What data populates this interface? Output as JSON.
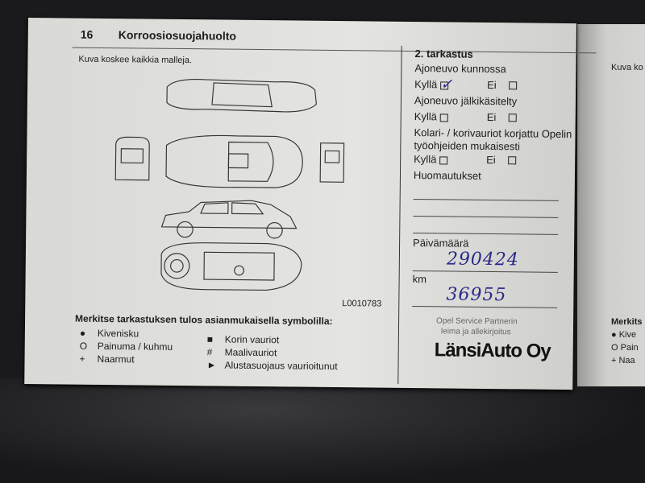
{
  "left_page": {
    "page_number": "16",
    "title": "Korroosiosuojahuolto",
    "note": "Kuva koskee kaikkia malleja.",
    "figure_code": "L0010783",
    "legend": {
      "title": "Merkitse tarkastuksen tulos asianmukaisella symbolilla:",
      "items": [
        {
          "symbol": "●",
          "label": "Kivenisku"
        },
        {
          "symbol": "O",
          "label": "Painuma / kuhmu"
        },
        {
          "symbol": "+",
          "label": "Naarmut"
        },
        {
          "symbol": "■",
          "label": "Korin vauriot"
        },
        {
          "symbol": "#",
          "label": "Maalivauriot"
        },
        {
          "symbol": "►",
          "label": "Alustasuojaus vaurioitunut"
        }
      ]
    },
    "form": {
      "heading": "2. tarkastus",
      "q1": "Ajoneuvo kunnossa",
      "q2": "Ajoneuvo jälkikäsitelty",
      "q3_line1": "Kolari- / korivauriot korjattu Opelin",
      "q3_line2": "työohjeiden mukaisesti",
      "yes": "Kyllä",
      "no": "Ei",
      "q1_yes_checked": true,
      "q2_yes_checked": false,
      "q3_yes_checked": false,
      "remarks_label": "Huomautukset",
      "date_label": "Päivämäärä",
      "date_value": "290424",
      "km_label": "km",
      "km_value": "36955",
      "stamp_caption_1": "Opel Service Partnerin",
      "stamp_caption_2": "leima ja allekirjoitus",
      "stamp": "LänsiAuto Oy"
    }
  },
  "right_page": {
    "note": "Kuva ko",
    "legend_title": "Merkits",
    "items": [
      "Kive",
      "Pain",
      "Naa"
    ]
  },
  "colors": {
    "ink": "#2a2a8a",
    "paper": "#e0e0dd"
  }
}
